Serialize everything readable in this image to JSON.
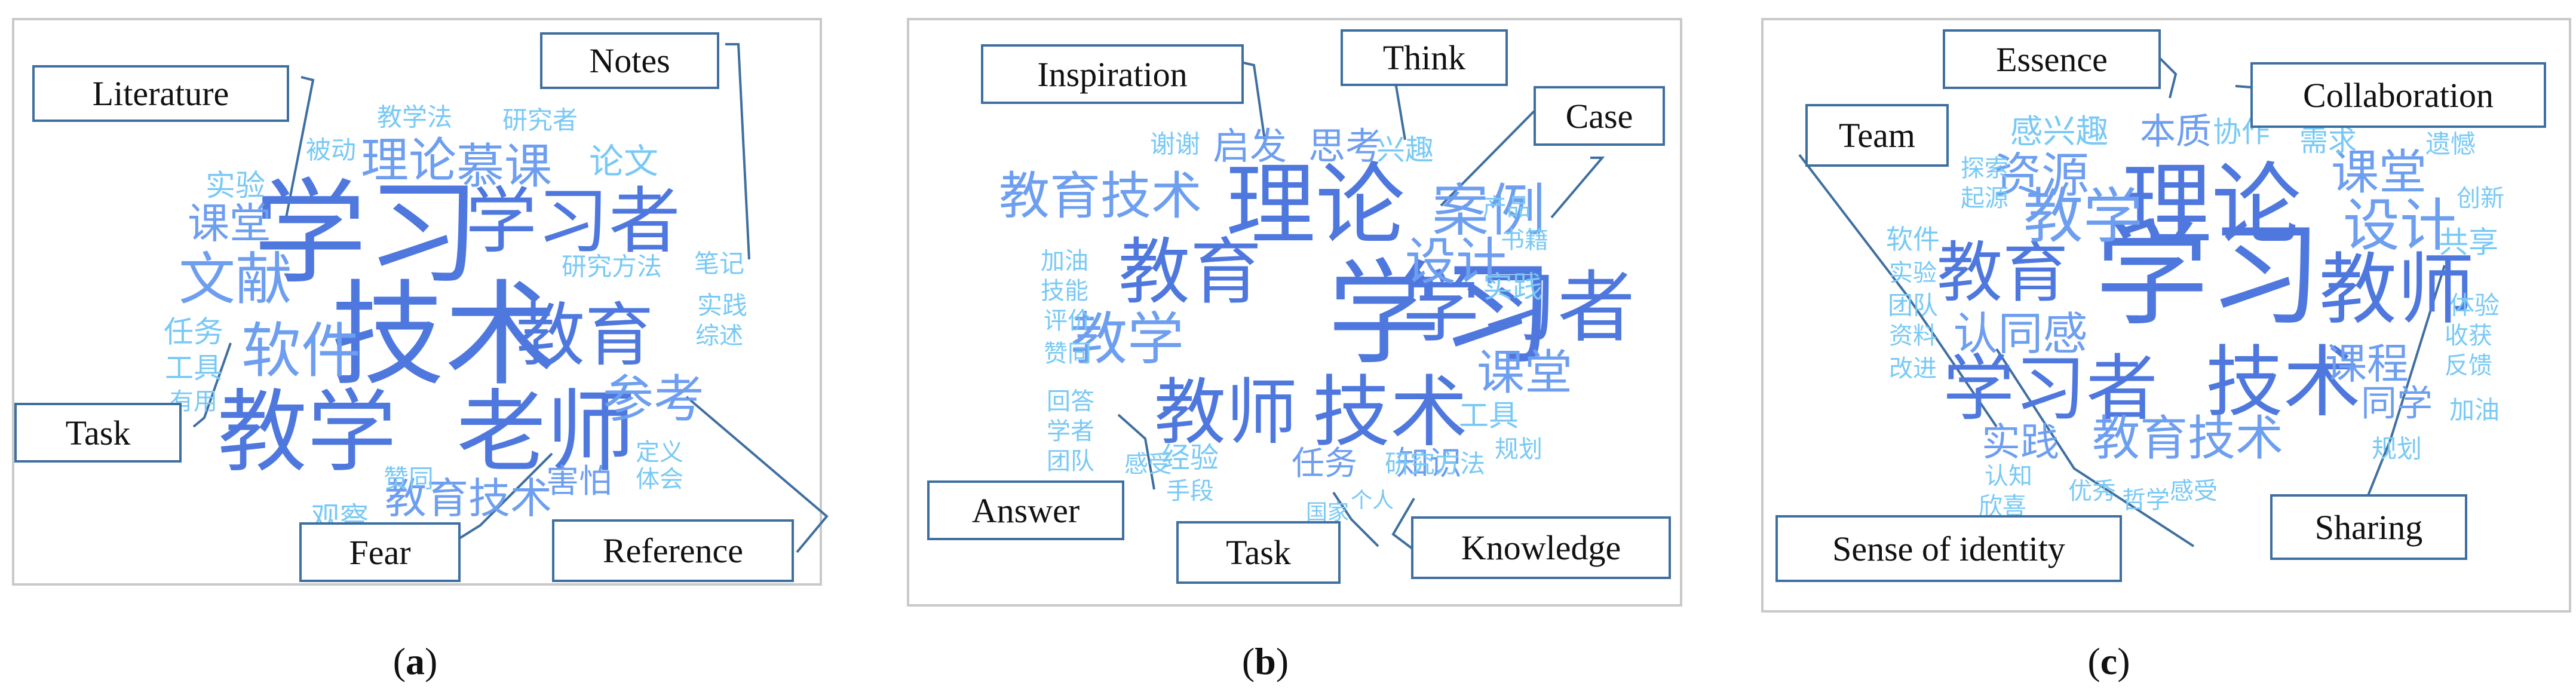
{
  "colors": {
    "dark": "#4f78df",
    "mid": "#6d9ef0",
    "light": "#79c9f5",
    "border": "#3f6fa0"
  },
  "panels": [
    {
      "label_open": "(",
      "label_letter": "a",
      "label_close": ")",
      "callouts": [
        "Literature",
        "Notes",
        "Task",
        "Fear",
        "Reference"
      ],
      "words": [
        {
          "t": "学习",
          "c": "dark"
        },
        {
          "t": "技术",
          "c": "dark"
        },
        {
          "t": "教学",
          "c": "dark"
        },
        {
          "t": "老师",
          "c": "dark"
        },
        {
          "t": "学习者",
          "c": "dark"
        },
        {
          "t": "教育",
          "c": "dark"
        },
        {
          "t": "文献",
          "c": "mid"
        },
        {
          "t": "软件",
          "c": "mid"
        },
        {
          "t": "理论",
          "c": "mid"
        },
        {
          "t": "慕课",
          "c": "mid"
        },
        {
          "t": "参考",
          "c": "mid"
        },
        {
          "t": "教育技术",
          "c": "mid"
        },
        {
          "t": "课堂",
          "c": "mid"
        },
        {
          "t": "论文",
          "c": "light"
        },
        {
          "t": "教学法",
          "c": "light"
        },
        {
          "t": "研究者",
          "c": "light"
        },
        {
          "t": "被动",
          "c": "light"
        },
        {
          "t": "实验",
          "c": "light"
        },
        {
          "t": "研究方法",
          "c": "light"
        },
        {
          "t": "笔记",
          "c": "light"
        },
        {
          "t": "实践",
          "c": "light"
        },
        {
          "t": "综述",
          "c": "light"
        },
        {
          "t": "任务",
          "c": "light"
        },
        {
          "t": "工具",
          "c": "light"
        },
        {
          "t": "有用",
          "c": "light"
        },
        {
          "t": "赞同",
          "c": "light"
        },
        {
          "t": "定义",
          "c": "light"
        },
        {
          "t": "体会",
          "c": "light"
        },
        {
          "t": "观察",
          "c": "light"
        },
        {
          "t": "害怕",
          "c": "mid"
        }
      ]
    },
    {
      "label_open": "(",
      "label_letter": "b",
      "label_close": ")",
      "callouts": [
        "Inspiration",
        "Think",
        "Case",
        "Answer",
        "Task",
        "Knowledge"
      ],
      "words": [
        {
          "t": "学习",
          "c": "dark"
        },
        {
          "t": "理论",
          "c": "dark"
        },
        {
          "t": "教育",
          "c": "dark"
        },
        {
          "t": "学习者",
          "c": "dark"
        },
        {
          "t": "教师",
          "c": "dark"
        },
        {
          "t": "技术",
          "c": "dark"
        },
        {
          "t": "教育技术",
          "c": "mid"
        },
        {
          "t": "案例",
          "c": "mid"
        },
        {
          "t": "设计",
          "c": "mid"
        },
        {
          "t": "教学",
          "c": "mid"
        },
        {
          "t": "课堂",
          "c": "mid"
        },
        {
          "t": "启发",
          "c": "mid"
        },
        {
          "t": "思考",
          "c": "mid"
        },
        {
          "t": "兴趣",
          "c": "light"
        },
        {
          "t": "谢谢",
          "c": "light"
        },
        {
          "t": "产品",
          "c": "light"
        },
        {
          "t": "书籍",
          "c": "light"
        },
        {
          "t": "实践",
          "c": "light"
        },
        {
          "t": "加油",
          "c": "light"
        },
        {
          "t": "技能",
          "c": "light"
        },
        {
          "t": "评价",
          "c": "light"
        },
        {
          "t": "赞同",
          "c": "light"
        },
        {
          "t": "工具",
          "c": "light"
        },
        {
          "t": "规划",
          "c": "light"
        },
        {
          "t": "回答",
          "c": "light"
        },
        {
          "t": "学者",
          "c": "light"
        },
        {
          "t": "团队",
          "c": "light"
        },
        {
          "t": "感受",
          "c": "light"
        },
        {
          "t": "经验",
          "c": "light"
        },
        {
          "t": "任务",
          "c": "mid"
        },
        {
          "t": "知识",
          "c": "mid"
        },
        {
          "t": "研究方法",
          "c": "light"
        },
        {
          "t": "手段",
          "c": "light"
        },
        {
          "t": "国家",
          "c": "light"
        },
        {
          "t": "个人",
          "c": "light"
        }
      ]
    },
    {
      "label_open": "(",
      "label_letter": "c",
      "label_close": ")",
      "callouts": [
        "Essence",
        "Collaboration",
        "Team",
        "Sense of identity",
        "Sharing"
      ],
      "words": [
        {
          "t": "学习",
          "c": "dark"
        },
        {
          "t": "理论",
          "c": "dark"
        },
        {
          "t": "教育",
          "c": "dark"
        },
        {
          "t": "教师",
          "c": "dark"
        },
        {
          "t": "学习者",
          "c": "dark"
        },
        {
          "t": "技术",
          "c": "dark"
        },
        {
          "t": "教学",
          "c": "mid"
        },
        {
          "t": "设计",
          "c": "mid"
        },
        {
          "t": "课堂",
          "c": "mid"
        },
        {
          "t": "资源",
          "c": "mid"
        },
        {
          "t": "认同感",
          "c": "mid"
        },
        {
          "t": "课程",
          "c": "mid"
        },
        {
          "t": "教育技术",
          "c": "mid"
        },
        {
          "t": "实践",
          "c": "mid"
        },
        {
          "t": "同学",
          "c": "mid"
        },
        {
          "t": "感兴趣",
          "c": "light"
        },
        {
          "t": "本质",
          "c": "mid"
        },
        {
          "t": "协作",
          "c": "light"
        },
        {
          "t": "需求",
          "c": "light"
        },
        {
          "t": "遗憾",
          "c": "light"
        },
        {
          "t": "创新",
          "c": "light"
        },
        {
          "t": "共享",
          "c": "light"
        },
        {
          "t": "探索",
          "c": "light"
        },
        {
          "t": "起源",
          "c": "light"
        },
        {
          "t": "软件",
          "c": "light"
        },
        {
          "t": "实验",
          "c": "light"
        },
        {
          "t": "团队",
          "c": "light"
        },
        {
          "t": "资料",
          "c": "light"
        },
        {
          "t": "改进",
          "c": "light"
        },
        {
          "t": "体验",
          "c": "light"
        },
        {
          "t": "收获",
          "c": "light"
        },
        {
          "t": "反馈",
          "c": "light"
        },
        {
          "t": "加油",
          "c": "light"
        },
        {
          "t": "规划",
          "c": "light"
        },
        {
          "t": "认知",
          "c": "light"
        },
        {
          "t": "欣喜",
          "c": "light"
        },
        {
          "t": "优秀",
          "c": "light"
        },
        {
          "t": "哲学",
          "c": "light"
        },
        {
          "t": "感受",
          "c": "light"
        }
      ]
    }
  ]
}
